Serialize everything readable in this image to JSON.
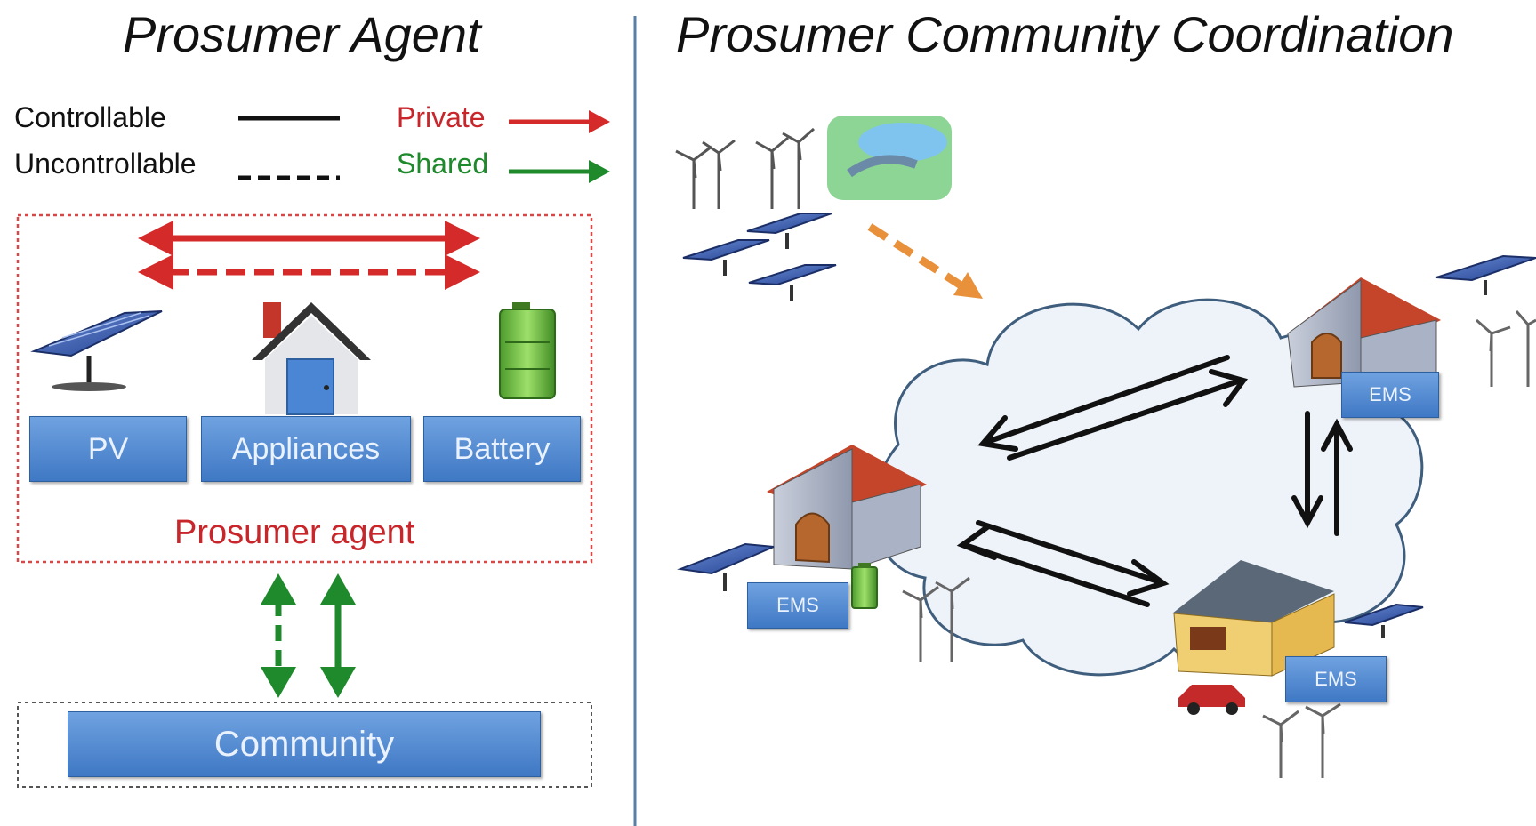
{
  "left_panel": {
    "title": "Prosumer Agent",
    "legend": {
      "controllable": "Controllable",
      "uncontrollable": "Uncontrollable",
      "private": "Private",
      "shared": "Shared"
    },
    "components": {
      "pv": "PV",
      "appliances": "Appliances",
      "battery": "Battery"
    },
    "agent_label": "Prosumer agent",
    "community": "Community"
  },
  "right_panel": {
    "title": "Prosumer Community Coordination",
    "ems_labels": [
      "EMS",
      "EMS",
      "EMS"
    ]
  },
  "colors": {
    "private": "#d42a2a",
    "shared": "#1e8a2c",
    "box": "#4a82c9",
    "divider": "#5a7fa6",
    "cloud": "#eef3f9",
    "roof": "#c4452a",
    "flow": "#e8913a"
  }
}
